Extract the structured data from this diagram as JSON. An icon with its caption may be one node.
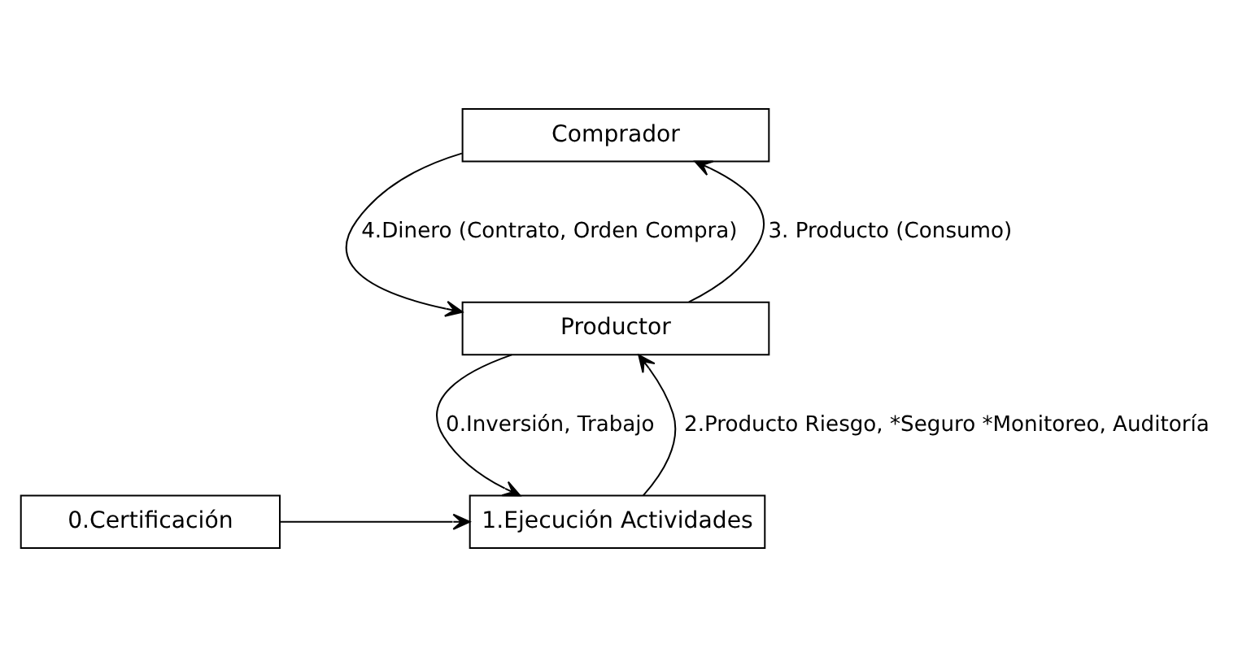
{
  "diagram": {
    "nodes": [
      {
        "text": [
          "Comprador"
        ]
      },
      {
        "text": [
          "Productor"
        ]
      },
      {
        "text": [
          "1.Ejecución Actividades"
        ]
      },
      {
        "text": [
          "0.Certificación"
        ]
      }
    ],
    "edges": [
      {
        "from": 0,
        "to": 1,
        "arrow": "to",
        "label": "4.Dinero (Contrato, Orden Compra)"
      },
      {
        "from": 1,
        "to": 0,
        "arrow": "to",
        "label": "3. Producto (Consumo)"
      },
      {
        "from": 1,
        "to": 2,
        "arrow": "to",
        "label": "0.Inversión, Trabajo"
      },
      {
        "from": 2,
        "to": 1,
        "arrow": "to",
        "label": "2.Producto Riesgo, *Seguro *Monitoreo, Auditoría"
      },
      {
        "from": 3,
        "to": 2,
        "arrow": "to"
      }
    ]
  }
}
